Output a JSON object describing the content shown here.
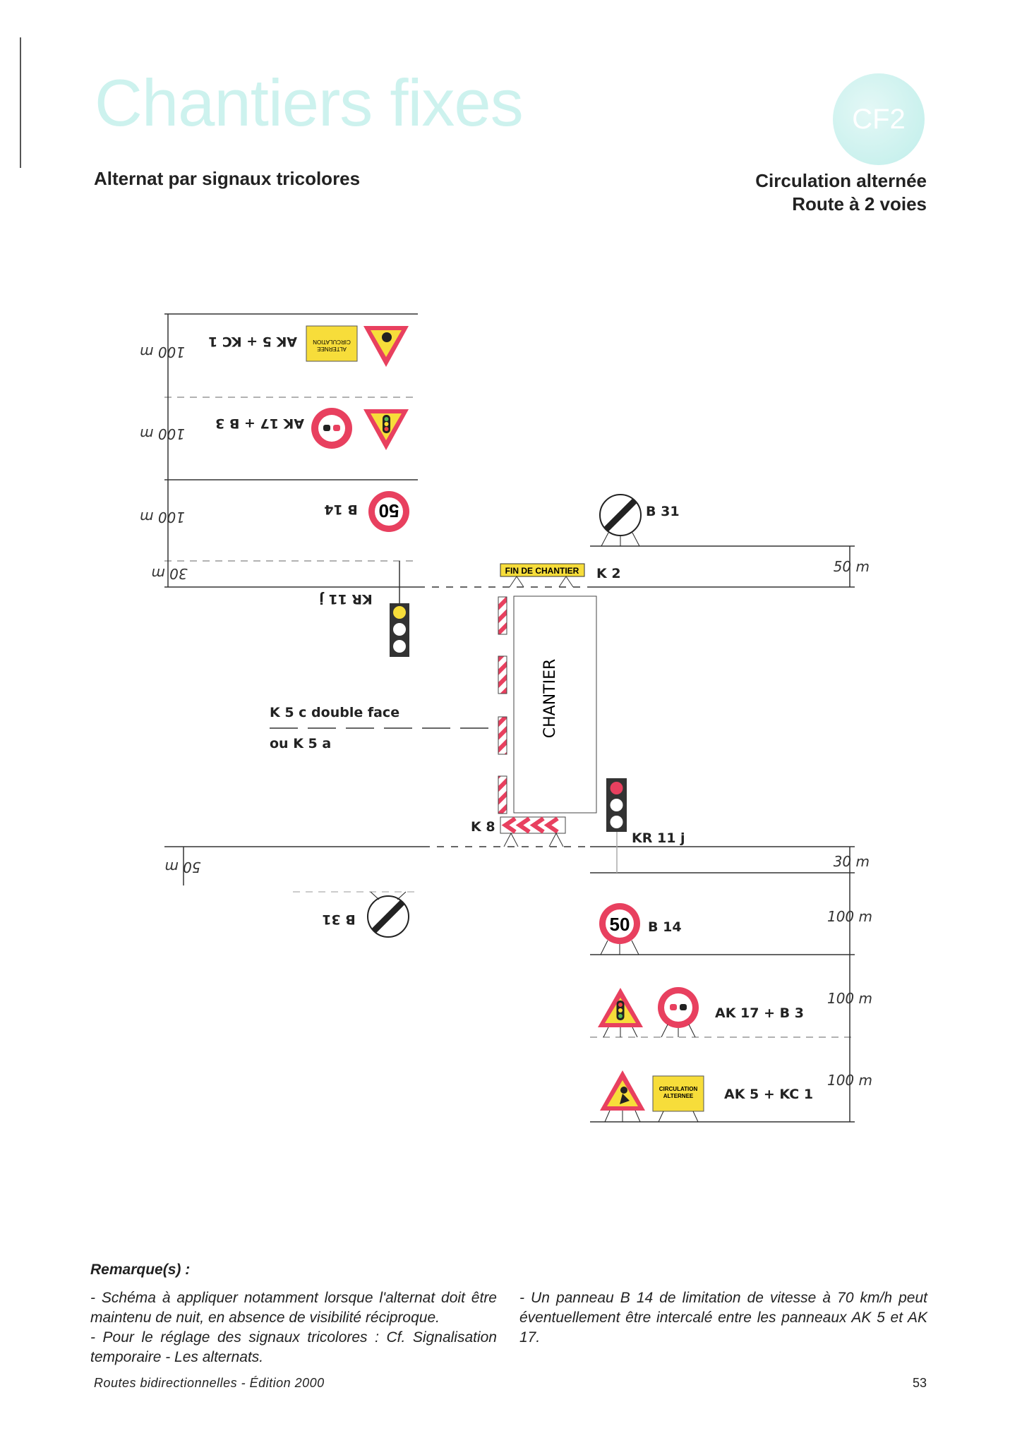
{
  "header": {
    "title": "Chantiers fixes",
    "badge": "CF2",
    "subtitle_left": "Alternat par signaux tricolores",
    "subtitle_right_1": "Circulation alternée",
    "subtitle_right_2": "Route à 2 voies"
  },
  "diagram": {
    "left_side": {
      "row1_label": "AK 5 + KC 1",
      "row2_label": "AK 17 + B 3",
      "row3_label": "B 14",
      "light_label": "KR 11 j",
      "end_label": "B 31",
      "dist_1": "100 m",
      "dist_2": "100 m",
      "dist_3": "100 m",
      "dist_4": "30 m",
      "dist_5": "50 m",
      "kc1_text_1": "CIRCULATION",
      "kc1_text_2": "ALTERNEE",
      "speed": "50"
    },
    "center": {
      "worksite": "CHANTIER",
      "k2_label": "K 2",
      "k2_panel": "FIN DE CHANTIER",
      "k5_label_1": "K 5 c double face",
      "k5_label_2": "ou K 5 a",
      "k8_label": "K 8"
    },
    "right_side": {
      "b31_label": "B 31",
      "light_label": "KR 11 j",
      "row3_label": "B 14",
      "row2_label": "AK 17 + B 3",
      "row1_label": "AK 5 + KC 1",
      "dist_50": "50 m",
      "dist_30": "30 m",
      "dist_1": "100 m",
      "dist_2": "100 m",
      "dist_3": "100 m",
      "kc1_text_1": "CIRCULATION",
      "kc1_text_2": "ALTERNEE",
      "speed": "50"
    },
    "colors": {
      "red": "#e8405f",
      "yellow": "#f7dd3a",
      "dark": "#222222"
    }
  },
  "remarks": {
    "title": "Remarque(s) :",
    "left_1": "- Schéma à appliquer notamment lorsque l'alternat doit être maintenu de nuit, en absence de visibilité réciproque.",
    "left_2": "- Pour le réglage des signaux tricolores : Cf. Signalisation temporaire - Les alternats.",
    "right_1": "- Un panneau B 14 de limitation de vitesse à 70 km/h peut éventuellement être intercalé entre les panneaux AK 5 et AK 17."
  },
  "footer": {
    "source": "Routes bidirectionnelles - Édition 2000",
    "page": "53"
  }
}
